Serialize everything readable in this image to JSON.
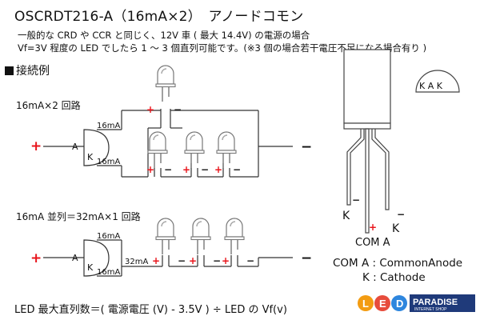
{
  "title": "OSCRDT216-A（16mA×2）　アノードコモン",
  "description": {
    "line1": "一般的な CRD や CCR と同じく、12V 車 ( 最大 14.4V) の電源の場合",
    "line2": "Vf=3V 程度の LED でしたら 1 〜 3 個直列可能です。(※3 個の場合若干電圧不足になる場合有り )"
  },
  "section_heading": "接続例",
  "circuit1": {
    "label": "16mA×2 回路",
    "branch_top_current": "16mA",
    "branch_bottom_current": "16mA",
    "anode_pin": "A",
    "cathode_pin": "K",
    "plus": "+",
    "minus": "−",
    "led_plus": "+",
    "led_minus": "−"
  },
  "circuit2": {
    "label": "16mA 並列＝32mA×1 回路",
    "branch_top_current": "16mA",
    "branch_bottom_current": "16mA",
    "combined_current": "32mA",
    "anode_pin": "A",
    "cathode_pin": "K",
    "plus": "+",
    "minus": "−",
    "led_plus": "+",
    "led_minus": "−"
  },
  "package": {
    "pin_left": "K",
    "pin_right": "K",
    "pin_center": "COM A",
    "bottom_view": "K  A  K",
    "minus_left": "−",
    "minus_right": "−",
    "plus_center": "+"
  },
  "legend": {
    "line1": "COM A : CommonAnode",
    "line2": "K : Cathode"
  },
  "formula": "LED 最大直列数＝( 電源電圧 (V) - 3.5V ) ÷ LED の Vf(v)",
  "logo": {
    "letters": "LED",
    "brand": "PARADISE",
    "sub": "INTERNET SHOP"
  },
  "colors": {
    "plus": "#e8141b",
    "line": "#333333",
    "logo_navy": "#1f3a7a"
  }
}
